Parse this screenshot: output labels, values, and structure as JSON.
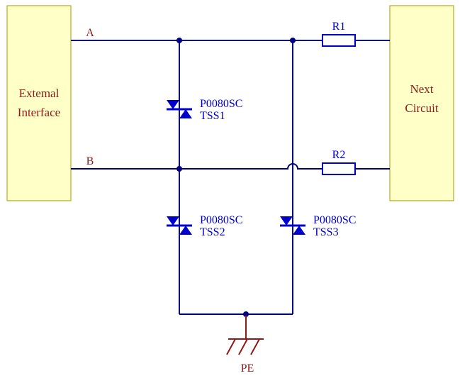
{
  "schematic": {
    "blocks": {
      "external": {
        "line1": "Extemal",
        "line2": "Interface"
      },
      "next": {
        "line1": "Next",
        "line2": "Circuit"
      }
    },
    "nets": {
      "a": "A",
      "b": "B",
      "pe": "PE"
    },
    "parts": {
      "r1": {
        "ref": "R1"
      },
      "r2": {
        "ref": "R2"
      },
      "tss1": {
        "part": "P0080SC",
        "ref": "TSS1"
      },
      "tss2": {
        "part": "P0080SC",
        "ref": "TSS2"
      },
      "tss3": {
        "part": "P0080SC",
        "ref": "TSS3"
      }
    },
    "colors": {
      "wire": "#000080",
      "component": "#0000CC",
      "label": "#8B1A1A",
      "block_fill": "#FFFFC8",
      "block_border": "#9C9C00"
    }
  }
}
